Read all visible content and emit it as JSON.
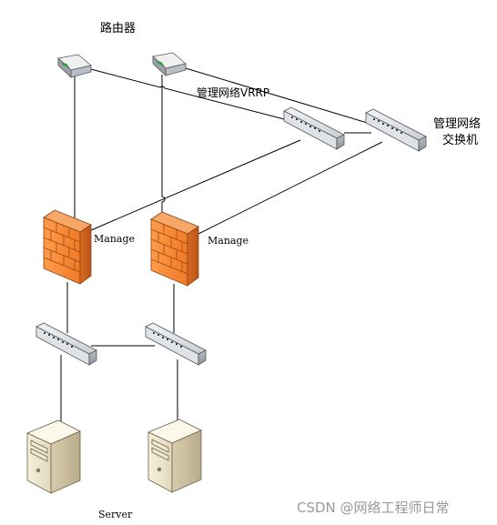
{
  "labels": {
    "router": "路由器",
    "vrrp": "管理网络VRRP",
    "mgmt_switch_line1": "管理网络",
    "mgmt_switch_line2": "交换机",
    "manage_left": "Manage",
    "manage_right": "Manage",
    "server": "Server",
    "watermark": "CSDN @网络工程师日常"
  },
  "devices": {
    "routers": [
      "router",
      "router"
    ],
    "management_switches": [
      "switch",
      "switch"
    ],
    "firewalls": [
      "firewall",
      "firewall"
    ],
    "access_switches": [
      "switch",
      "switch"
    ],
    "servers": [
      "server",
      "server"
    ]
  },
  "colors": {
    "line": "#000000",
    "firewall_orange": "#f08a3c",
    "firewall_dark": "#c8621c",
    "device_gray": "#d9dde2",
    "router_green": "#2f9e3c",
    "watermark": "#9a9a9a"
  }
}
